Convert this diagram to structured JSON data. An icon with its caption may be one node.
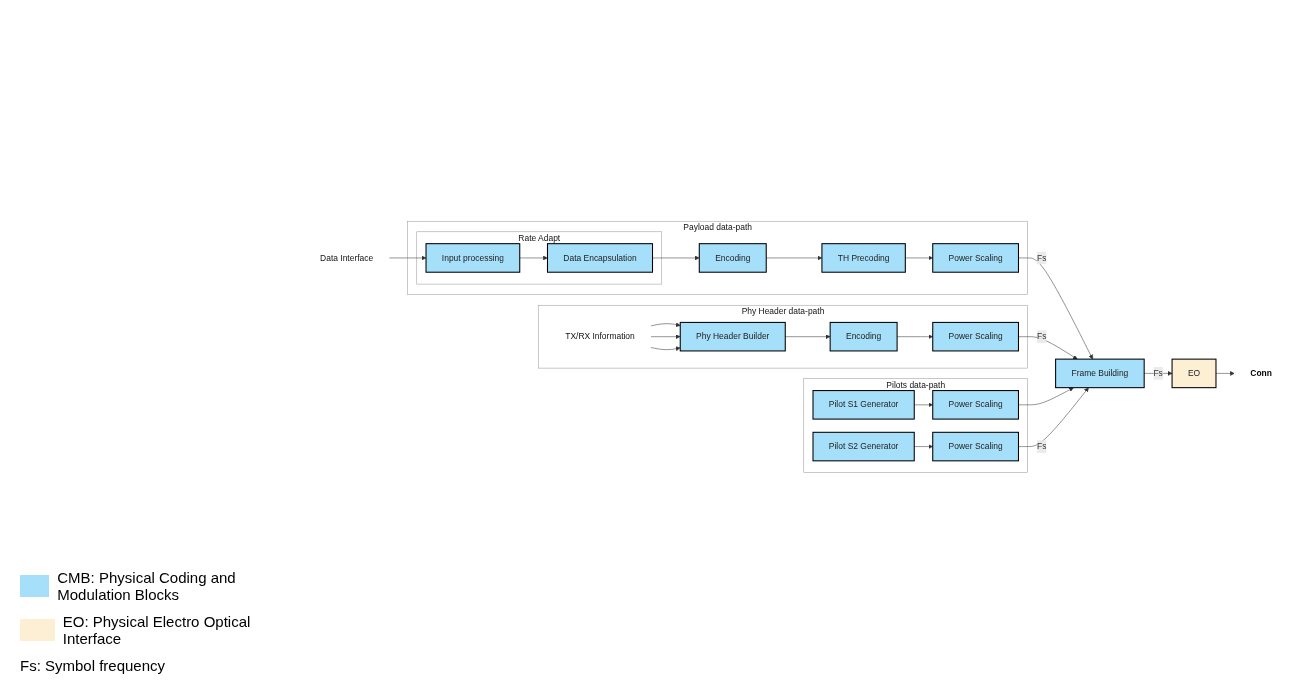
{
  "diagram": {
    "nodes": [
      {
        "text": [
          "Data Interface"
        ]
      },
      {
        "text": [
          "Payload data-path"
        ]
      },
      {
        "text": [
          "Rate Adapt"
        ],
        "in": 1
      },
      {
        "text": [
          "Input processing"
        ],
        "in": 2
      },
      {
        "text": [
          "Data Encapsulation"
        ],
        "in": 2
      },
      {
        "text": [
          "Encoding"
        ],
        "in": 1
      },
      {
        "text": [
          "TH Precoding"
        ],
        "in": 1
      },
      {
        "text": [
          "Power Scaling"
        ],
        "in": 1
      },
      {
        "text": [
          "Frame Building"
        ]
      },
      {
        "text": [
          "Phy Header data-path"
        ]
      },
      {
        "text": [
          "TX/RX Information"
        ],
        "in": 9
      },
      {
        "text": [
          "Phy Header Builder"
        ],
        "in": 9
      },
      {
        "text": [
          "Encoding"
        ],
        "in": 9
      },
      {
        "text": [
          "Power Scaling"
        ],
        "in": 9
      },
      {
        "text": [
          "Pilots data-path"
        ]
      },
      {
        "text": [
          "Pilot S1 Generator"
        ],
        "in": 14
      },
      {
        "text": [
          "Power Scaling"
        ],
        "in": 14
      },
      {
        "text": [
          "Pilot S2 Generator"
        ],
        "in": 14
      },
      {
        "text": [
          "Power Scaling"
        ],
        "in": 14
      },
      {
        "text": [
          "EO"
        ]
      },
      {
        "text": [
          "Conn"
        ]
      }
    ],
    "edges": [
      {
        "from": 0,
        "to": 3,
        "arrow": "to"
      },
      {
        "from": 3,
        "to": 4,
        "arrow": "to"
      },
      {
        "from": 4,
        "to": 5,
        "arrow": "to"
      },
      {
        "from": 5,
        "to": 6,
        "arrow": "to"
      },
      {
        "from": 6,
        "to": 7,
        "arrow": "to"
      },
      {
        "from": 7,
        "to": 8,
        "arrow": "to",
        "label": "Fs"
      },
      {
        "from": 10,
        "to": 11,
        "arrow": "to"
      },
      {
        "from": 10,
        "to": 11,
        "arrow": "to"
      },
      {
        "from": 10,
        "to": 11,
        "arrow": "to"
      },
      {
        "from": 11,
        "to": 12,
        "arrow": "to"
      },
      {
        "from": 12,
        "to": 13,
        "arrow": "to"
      },
      {
        "from": 13,
        "to": 8,
        "arrow": "to",
        "label": "Fs"
      },
      {
        "from": 15,
        "to": 16,
        "arrow": "to"
      },
      {
        "from": 16,
        "to": 8,
        "arrow": "to"
      },
      {
        "from": 17,
        "to": 18,
        "arrow": "to"
      },
      {
        "from": 18,
        "to": 8,
        "arrow": "to",
        "label": "Fs"
      },
      {
        "from": 8,
        "to": 19,
        "arrow": "to",
        "label": "Fs"
      },
      {
        "from": 19,
        "to": 20,
        "arrow": "to"
      }
    ],
    "labels": [
      "Fs: Symbol frequency"
    ],
    "legend": [
      {
        "text": "CMB: Physical Coding and Modulation Blocks",
        "color": "#a6dff9"
      },
      {
        "text": "EO: Physical Electro Optical Interface",
        "color": "#fcefd4"
      }
    ]
  }
}
